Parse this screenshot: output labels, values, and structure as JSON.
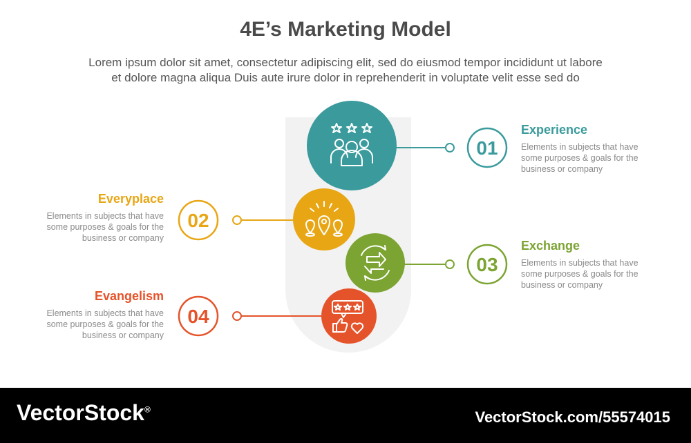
{
  "title": "4E’s Marketing Model",
  "subtitle_line1": "Lorem ipsum dolor sit amet, consectetur adipiscing elit, sed do eiusmod tempor incididunt ut labore",
  "subtitle_line2": "et dolore magna aliqua Duis aute irure dolor in reprehenderit in voluptate velit esse sed do",
  "colors": {
    "experience": "#3a9a9c",
    "everyplace": "#e8a614",
    "exchange": "#7ca432",
    "evangelism": "#e5532a",
    "background_column": "#f2f2f2"
  },
  "items": [
    {
      "number": "01",
      "title": "Experience",
      "desc_line1": "Elements in subjects that have",
      "desc_line2": "some purposes & goals for the",
      "desc_line3": "business or company",
      "icon": "people-rating-icon"
    },
    {
      "number": "02",
      "title": "Everyplace",
      "desc_line1": "Elements in subjects that have",
      "desc_line2": "some purposes & goals for the",
      "desc_line3": "business or company",
      "icon": "location-pins-icon"
    },
    {
      "number": "03",
      "title": "Exchange",
      "desc_line1": "Elements in subjects that have",
      "desc_line2": "some purposes & goals for the",
      "desc_line3": "business or company",
      "icon": "exchange-arrows-icon"
    },
    {
      "number": "04",
      "title": "Evangelism",
      "desc_line1": "Elements in subjects that have",
      "desc_line2": "some purposes & goals for the",
      "desc_line3": "business or company",
      "icon": "review-like-icon"
    }
  ],
  "footer": {
    "brand": "VectorStock",
    "brand_mark": "®",
    "id_text": "VectorStock.com/55574015"
  }
}
